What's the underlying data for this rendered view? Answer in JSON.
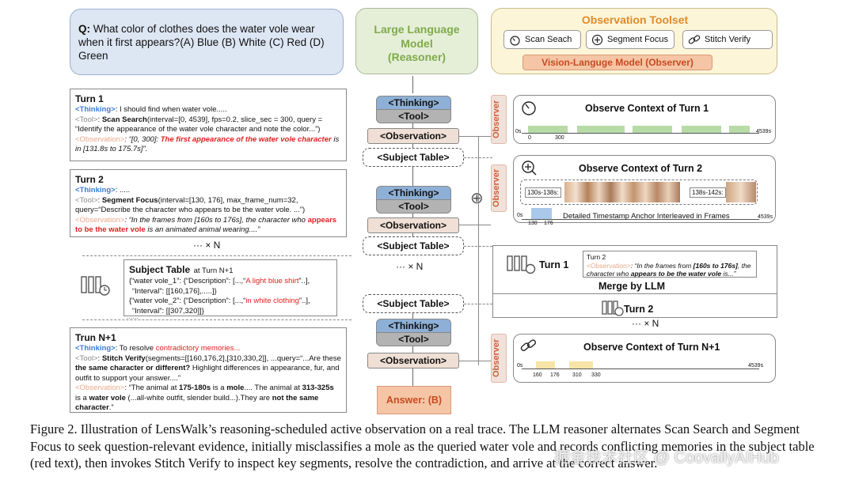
{
  "question": {
    "prefix": "Q:",
    "text": "What color of clothes does the water vole wear when it first appears?(A) Blue (B) White (C) Red (D) Green"
  },
  "llm": {
    "line1": "Large Language",
    "line2": "Model",
    "line3": "(Reasoner)"
  },
  "toolset": {
    "title": "Observation Toolset",
    "tools": [
      "Scan Seach",
      "Segment Focus",
      "Stitch Verify"
    ],
    "vlm": "Vision-Languge Model (Observer)"
  },
  "turn1": {
    "title": "Turn 1",
    "thinking_tag": "<Thinking>",
    "thinking": ": I should find when water vole.....",
    "tool_tag": "<Tool>",
    "tool_name": "Scan Search",
    "tool_args": "(interval=[0, 4539], fps=0.2, slice_sec = 300, query = “Identify the appearance of the water vole character and note the color...”)",
    "obs_tag": "<Observation>",
    "obs_pre": ": “[0, 300]: ",
    "obs_red": "The first appearance of the water vole character",
    "obs_post": " is in [131.8s to 175.7s]”."
  },
  "turn2": {
    "title": "Turn 2",
    "thinking_tag": "<Thinking>",
    "thinking": ": .....",
    "tool_tag": "<Tool>",
    "tool_name": "Segment Focus",
    "tool_args": "(interval=[130, 176], max_frame_num=32, query=“Describe the character who appears to be the water vole. ...”)",
    "obs_tag": "<Observation>",
    "obs_pre": ": “In the frames from [160s to 176s], the character who ",
    "obs_red": "appears to be the water vole",
    "obs_post": " is an animated animal wearing....”"
  },
  "times_n_left": "··· × N",
  "subject_table": {
    "title": "Subject Table",
    "at": "at Turn N+1",
    "r1a": "{“water vole_1”: {“Description”: [...,“",
    "r1red": "A light blue shirt",
    "r1b": "”..],",
    "r1c": "“Interval”: [[160,176],.....]}",
    "r2a": "{“water vole_2”: {“Description”: [...,“",
    "r2red": "in white clothing",
    "r2b": "”..],",
    "r2c": "“Interval”: [[307,320]]}",
    "dots": "......"
  },
  "turnN1": {
    "title": "Trun N+1",
    "thinking_tag": "<Thinking>",
    "thinking_pre": ": To resolve ",
    "thinking_red": "contradictory memories...",
    "tool_tag": "<Tool>",
    "tool_name": "Stitch Verify",
    "tool_args": "(segments=[[160,176,2],[310,330,2]], ...query=“...Are these ",
    "tool_bold": "the same character or different?",
    "tool_post": " Highlight differences in appearance, fur, and outfit to support your answer....”",
    "obs_tag": "<Observation>",
    "obs_1": ": “The animal at ",
    "obs_b1": "175-180s",
    "obs_2": " is a ",
    "obs_b2": "mole",
    "obs_3": ".... The animal at ",
    "obs_b3": "313-325s",
    "obs_4": " is a ",
    "obs_b4": "water vole",
    "obs_5": " (...all-white outfit, slender build...).They are ",
    "obs_b5": "not the same character",
    "obs_6": ".”"
  },
  "center": {
    "thinking": "<Thinking>",
    "tool": "<Tool>",
    "observation": "<Observation>",
    "subject_table": "<Subject Table>",
    "times_n": "··· × N",
    "answer": "Answer: (B)",
    "plus": "⊕"
  },
  "observer_label": "Observer",
  "obs_turn1": {
    "title": "Observe Context of Turn 1",
    "start": "0s",
    "t0": "0",
    "t300": "300",
    "end": "4539s"
  },
  "obs_turn2": {
    "title": "Observe Context of Turn 2",
    "clip1": "130s-138s:",
    "clip2": "138s-142s:",
    "start": "0s",
    "anchor_text": "Detailed Timestamp Anchor Interleaved in Frames",
    "t130": "130",
    "t176": "176",
    "end": "4539s"
  },
  "merge": {
    "turn1": "Turn 1",
    "note_title": "Turn 2",
    "note_tag": "<Observation>",
    "note_1": ": “In the frames from ",
    "note_b": "[160s to 176s]",
    "note_2": ", the character who ",
    "note_b2": "appears to be the water vole",
    "note_3": " is...”",
    "merge_label": "Merge by LLM",
    "turn2": "Turn 2",
    "times_n": "··· × N"
  },
  "obs_turnN1": {
    "title": "Observe Context of Turn N+1",
    "start": "0s",
    "t160": "160",
    "t176": "176",
    "t310": "310",
    "t330": "330",
    "end": "4539s"
  },
  "caption": "Figure 2. Illustration of LensWalk’s reasoning-scheduled active observation on a real trace. The LLM reasoner alternates Scan Search and Segment Focus to seek question-relevant evidence, initially misclassifies a mole as the queried water vole and records conflicting memories in the subject table (red text), then invokes Stitch Verify to inspect key segments, resolve the contradiction, and arrive at the correct answer.",
  "watermark": "掘金技术社区 @ CoovallyAIHub",
  "colors": {
    "question_bg": "#dde6f3",
    "llm_bg": "#e5efd8",
    "llm_text": "#7faa4a",
    "toolset_bg": "#fdf5d8",
    "toolset_title": "#e08b2a",
    "thinking_blue": "#3b7bd4",
    "obs_peach": "#efdfd5",
    "answer_bg": "#f5c5a5",
    "timeline_green": "#b7dba6",
    "timeline_yellow": "#f6e4a8",
    "highlight_red": "#e02020"
  }
}
